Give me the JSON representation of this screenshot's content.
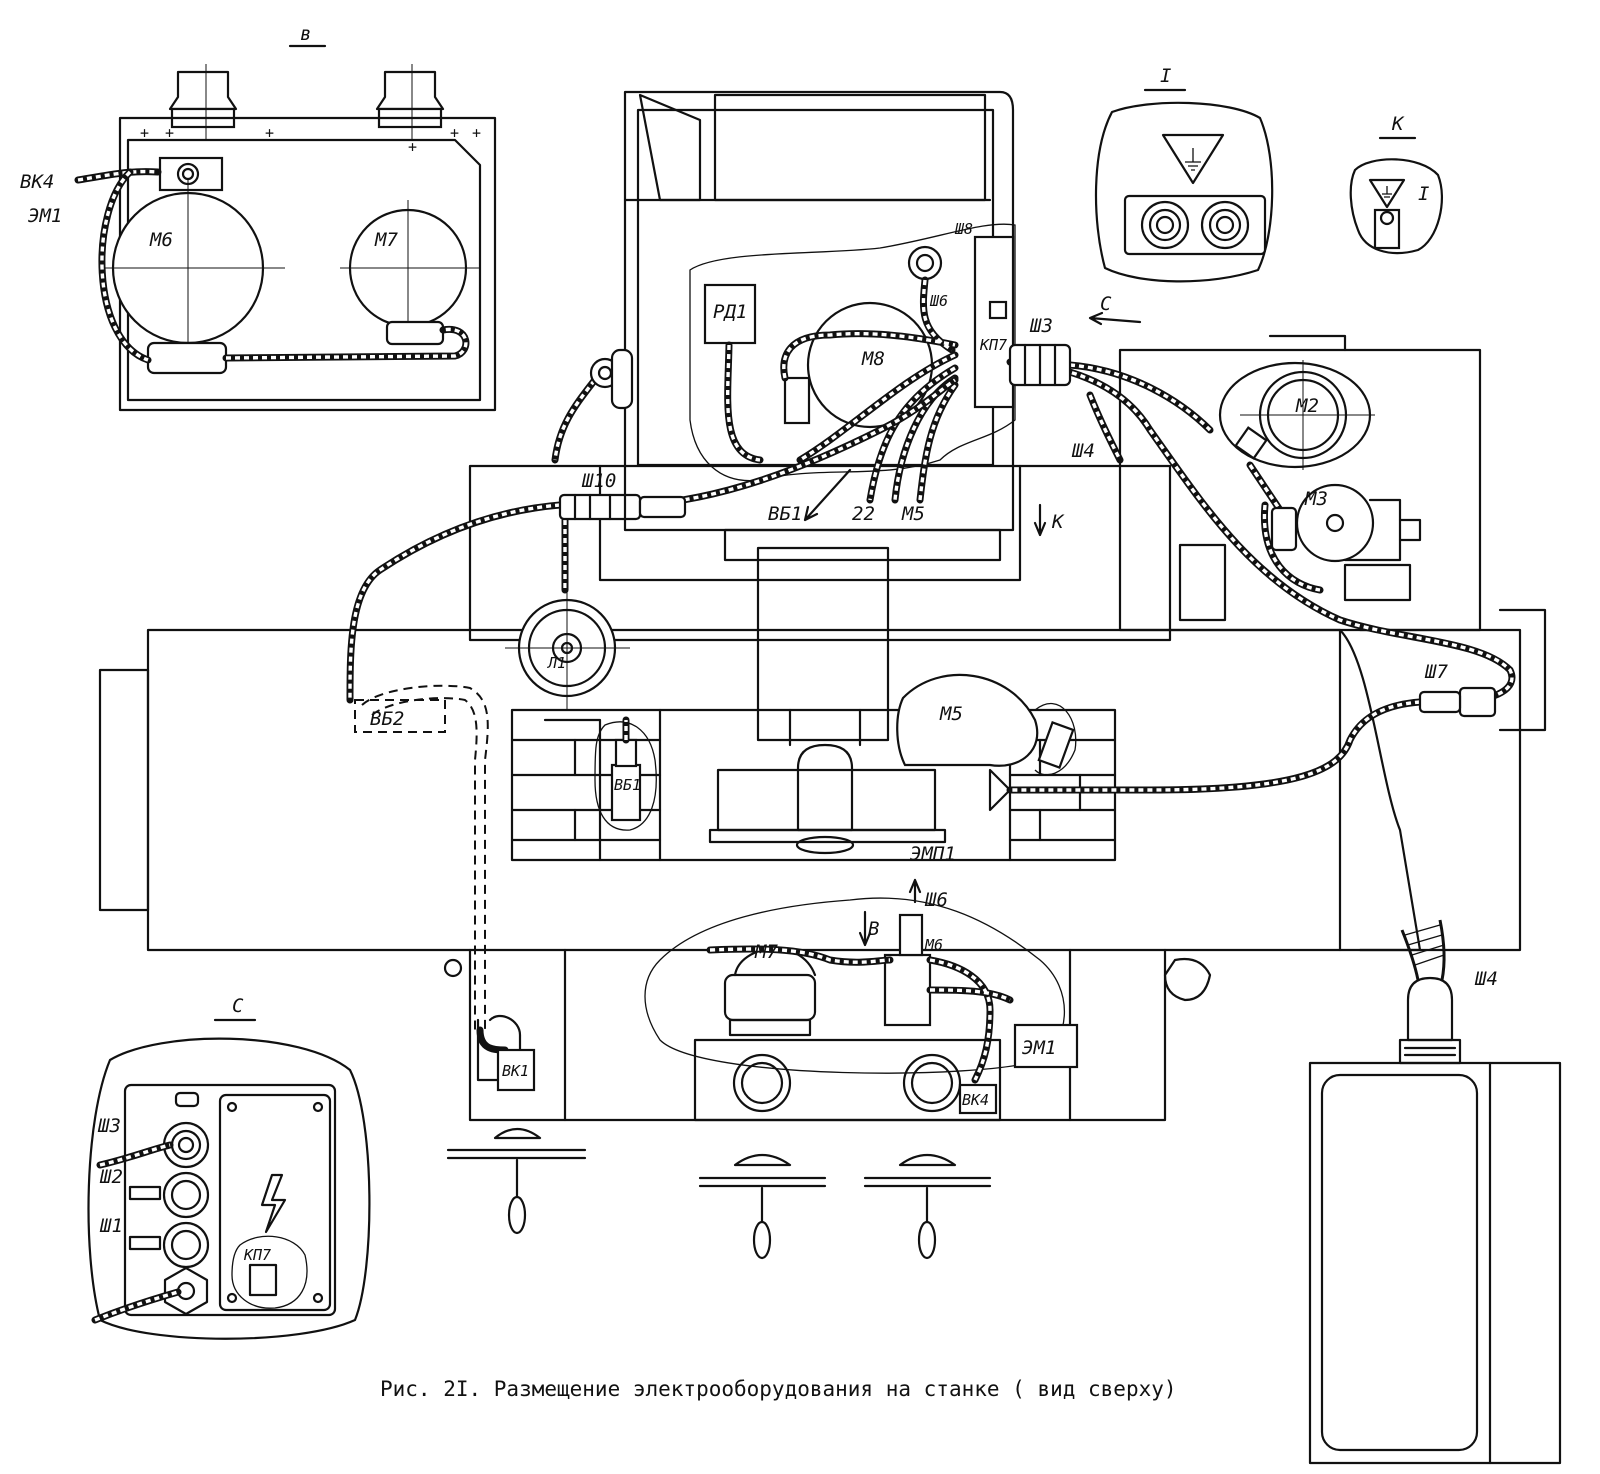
{
  "caption": "Рис. 2I. Размещение электрооборудования на станке ( вид сверху)",
  "views": {
    "v": "в",
    "i": "I",
    "k": "К",
    "c": "С"
  },
  "labels": {
    "vk4_top": "ВК4",
    "em1_top": "ЭМ1",
    "m6_top": "М6",
    "m7_top": "М7",
    "rd1": "РД1",
    "sh8": "Ш8",
    "sh6_top": "Ш6",
    "kp7_main": "КП7",
    "m8": "М8",
    "sh3_main": "Ш3",
    "arrow_c": "С",
    "sh4_main": "Ш4",
    "m2": "М2",
    "m3": "М3",
    "sh10": "Ш10",
    "vb1_arrow": "ВБ1",
    "num22": "22",
    "m5_arrow": "М5",
    "arrow_k": "К",
    "l1": "Л1",
    "vb2": "ВБ2",
    "vb1_box": "ВБ1",
    "m5": "М5",
    "emp1": "ЭМП1",
    "sh7": "Ш7",
    "sh6_bottom": "Ш6",
    "arrow_v": "В",
    "m7_bottom": "М7",
    "m6_bottom": "М6",
    "em1_bottom": "ЭМ1",
    "vk4_bottom": "ВК4",
    "vk1": "ВК1",
    "sh4_cabinet": "Ш4",
    "sh3_c": "Ш3",
    "sh2_c": "Ш2",
    "sh1_c": "Ш1",
    "kp7_c": "КП7",
    "i_k": "I"
  }
}
